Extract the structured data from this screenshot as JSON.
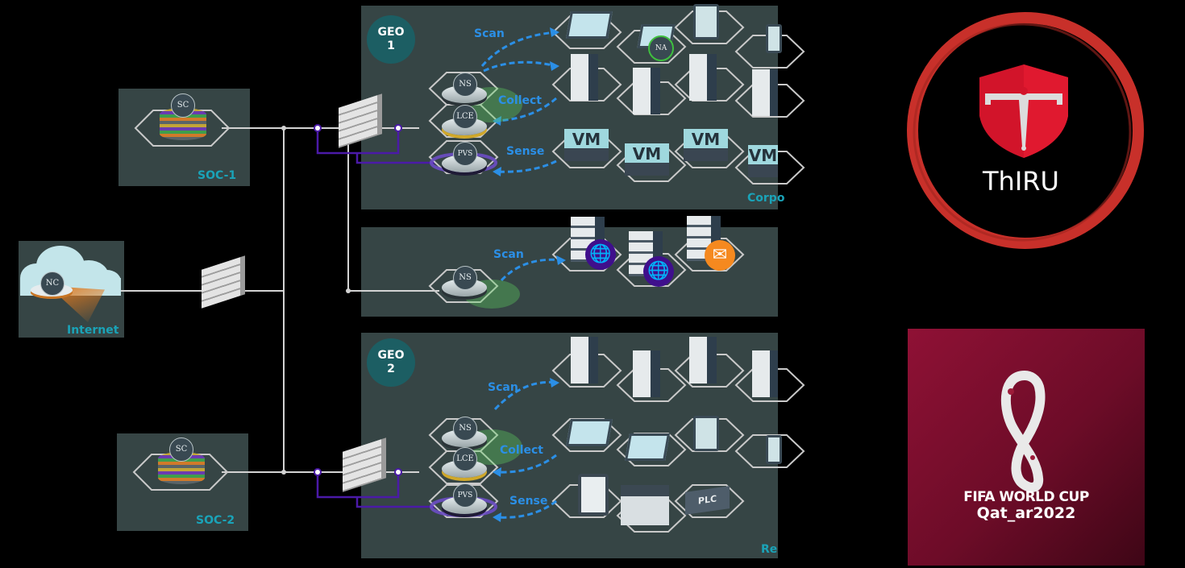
{
  "diagram": {
    "sites": {
      "soc1": {
        "label": "SOC-1",
        "node": "SC"
      },
      "soc2": {
        "label": "SOC-2",
        "node": "SC"
      },
      "internet": {
        "label": "Internet",
        "node": "NC"
      }
    },
    "geo1": {
      "badge_line1": "GEO",
      "badge_line2": "1",
      "nodes": [
        "NS",
        "LCE",
        "PVS"
      ],
      "flows": {
        "scan": "Scan",
        "collect": "Collect",
        "sense": "Sense"
      },
      "corner_label": "Corpo",
      "device_badge": "NA",
      "vm_label": "VM"
    },
    "dmz": {
      "node": "NS",
      "flow": "Scan"
    },
    "geo2": {
      "badge_line1": "GEO",
      "badge_line2": "2",
      "nodes": [
        "NS",
        "LCE",
        "PVS"
      ],
      "flows": {
        "scan": "Scan",
        "collect": "Collect",
        "sense": "Sense"
      },
      "corner_label": "Re",
      "plc_label": "PLC"
    },
    "colors": {
      "panel": "#364545",
      "accent_teal": "#1aa3b8",
      "flow_blue": "#2b8fe6",
      "tap_purple": "#4b1aa8",
      "line": "#d0d0d0"
    }
  },
  "logos": {
    "thiru": {
      "name": "ThIRU",
      "ring_color": "#c8302a",
      "shield_color": "#d2142a"
    },
    "fifa": {
      "line1": "FIFA WORLD CUP",
      "line2": "Qat_ar2022",
      "bg_color": "#7a0e2e"
    }
  }
}
